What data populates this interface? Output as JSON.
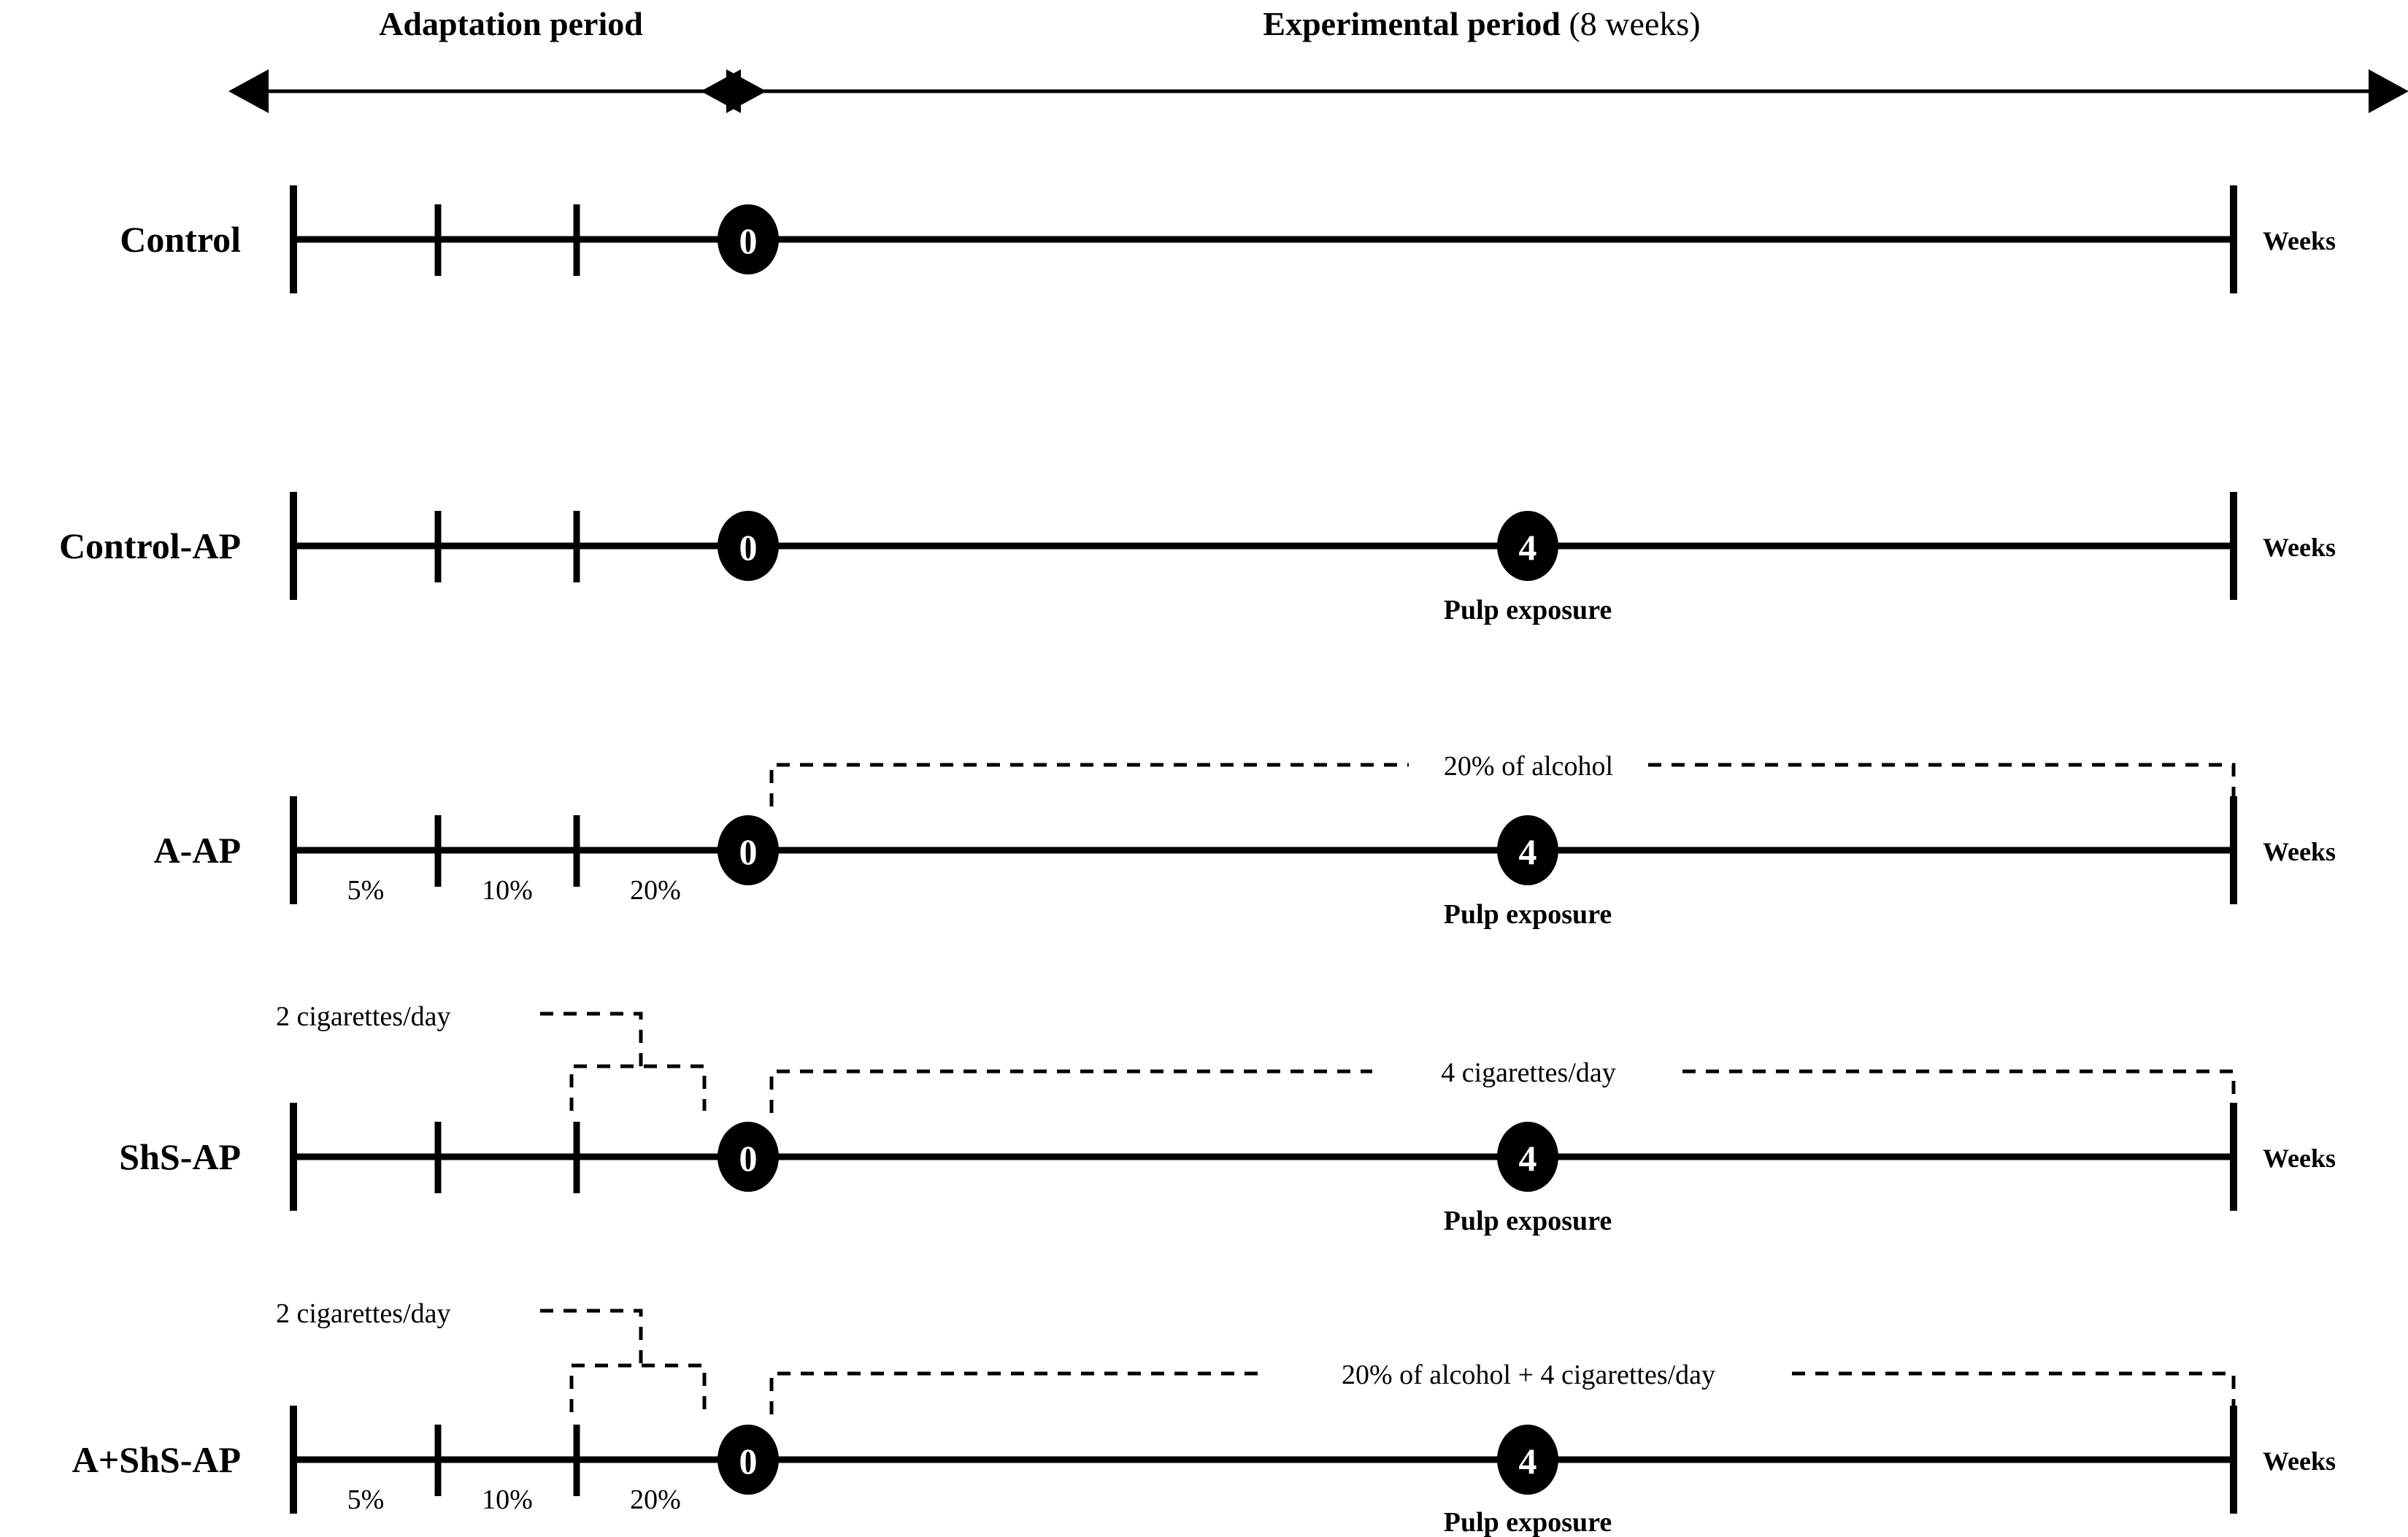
{
  "header": {
    "adaptation": {
      "title": "Adaptation period"
    },
    "experimental": {
      "title_bold": "Experimental period",
      "title_rest": " (8 weeks)"
    }
  },
  "axis": {
    "weeks_label": "Weeks"
  },
  "markers": {
    "zero": "0",
    "four": "4"
  },
  "labels": {
    "pulp_exposure": "Pulp exposure",
    "pct_5": "5%",
    "pct_10": "10%",
    "pct_20": "20%",
    "alcohol_20": "20% of alcohol",
    "cig_2": "2 cigarettes/day",
    "cig_4": "4 cigarettes/day",
    "alcohol_plus_cig": "20% of alcohol + 4 cigarettes/day"
  },
  "rows": [
    {
      "id": "control",
      "label": "Control",
      "weeks_label": "Weeks",
      "zero_marker": "0",
      "four_marker": null,
      "pulp_label": null,
      "percent_labels": [],
      "treatment_label": null,
      "pre_treatment_label": null
    },
    {
      "id": "control-ap",
      "label": "Control-AP",
      "weeks_label": "Weeks",
      "zero_marker": "0",
      "four_marker": "4",
      "pulp_label": "Pulp exposure",
      "percent_labels": [],
      "treatment_label": null,
      "pre_treatment_label": null
    },
    {
      "id": "a-ap",
      "label": "A-AP",
      "weeks_label": "Weeks",
      "zero_marker": "0",
      "four_marker": "4",
      "pulp_label": "Pulp exposure",
      "percent_labels": [
        "5%",
        "10%",
        "20%"
      ],
      "treatment_label": "20% of alcohol",
      "pre_treatment_label": null
    },
    {
      "id": "shs-ap",
      "label": "ShS-AP",
      "weeks_label": "Weeks",
      "zero_marker": "0",
      "four_marker": "4",
      "pulp_label": "Pulp exposure",
      "percent_labels": [],
      "treatment_label": "4 cigarettes/day",
      "pre_treatment_label": "2 cigarettes/day"
    },
    {
      "id": "a-shs-ap",
      "label": "A+ShS-AP",
      "weeks_label": "Weeks",
      "zero_marker": "0",
      "four_marker": "4",
      "pulp_label": "Pulp exposure",
      "percent_labels": [
        "5%",
        "10%",
        "20%"
      ],
      "treatment_label": "20% of alcohol + 4 cigarettes/day",
      "pre_treatment_label": "2 cigarettes/day"
    }
  ],
  "colors": {
    "ink": "#000000",
    "paper": "#ffffff"
  }
}
